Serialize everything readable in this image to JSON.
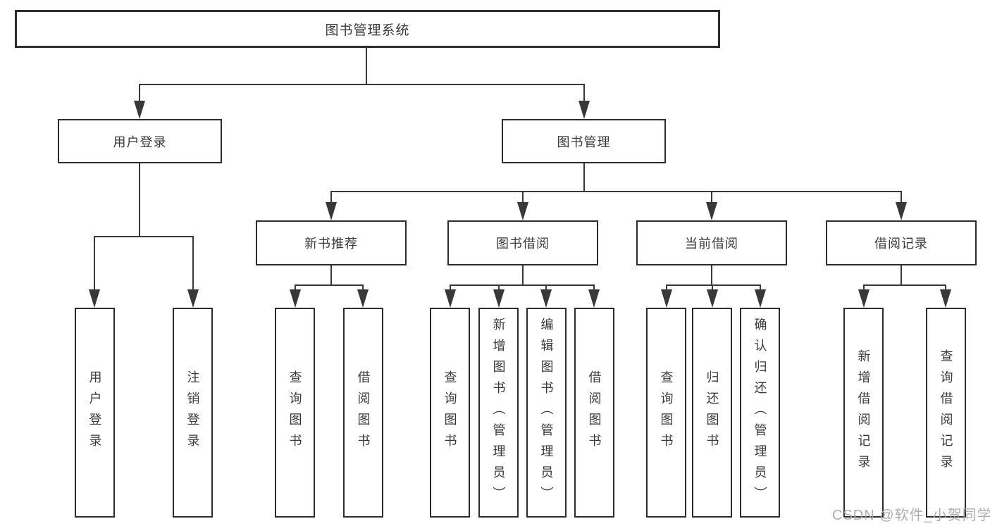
{
  "tree": {
    "label": "图书管理系统",
    "children": [
      {
        "label": "用户登录",
        "children": [
          {
            "label": "用户登录"
          },
          {
            "label": "注销登录"
          }
        ]
      },
      {
        "label": "图书管理",
        "children": [
          {
            "label": "新书推荐",
            "children": [
              {
                "label": "查询图书"
              },
              {
                "label": "借阅图书"
              }
            ]
          },
          {
            "label": "图书借阅",
            "children": [
              {
                "label": "查询图书"
              },
              {
                "label": "新增图书（管理员）"
              },
              {
                "label": "编辑图书（管理员）"
              },
              {
                "label": "借阅图书"
              }
            ]
          },
          {
            "label": "当前借阅",
            "children": [
              {
                "label": "查询图书"
              },
              {
                "label": "归还图书"
              },
              {
                "label": "确认归还（管理员）"
              }
            ]
          },
          {
            "label": "借阅记录",
            "children": [
              {
                "label": "新增借阅记录"
              },
              {
                "label": "查询借阅记录"
              }
            ]
          }
        ]
      }
    ]
  },
  "watermark": "CSDN @软件_小贺同学",
  "colors": {
    "line": "#383838",
    "box_border": "#2d2d2d",
    "text": "#3a3a3a",
    "watermark": "#a3a7ad",
    "background": "#ffffff"
  }
}
